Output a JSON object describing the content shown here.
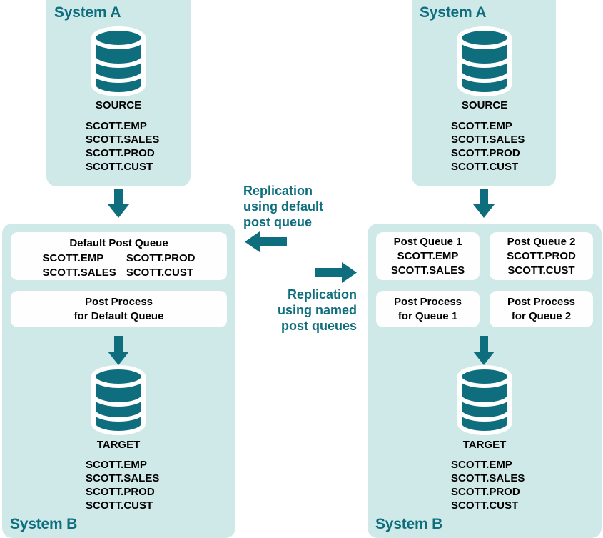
{
  "colors": {
    "teal": "#0E6E7E",
    "panel_bg": "#CFE9E9",
    "card_bg": "#FEFEFE",
    "text": "#000000"
  },
  "left_scenario": {
    "source_panel": {
      "system_label": "System A",
      "db_name": "SOURCE",
      "tables": [
        "SCOTT.EMP",
        "SCOTT.SALES",
        "SCOTT.PROD",
        "SCOTT.CUST"
      ]
    },
    "target_panel": {
      "system_label": "System B",
      "db_name": "TARGET",
      "tables": [
        "SCOTT.EMP",
        "SCOTT.SALES",
        "SCOTT.PROD",
        "SCOTT.CUST"
      ],
      "queue_card": {
        "title": "Default Post Queue",
        "col1": [
          "SCOTT.EMP",
          "SCOTT.SALES"
        ],
        "col2": [
          "SCOTT.PROD",
          "SCOTT.CUST"
        ]
      },
      "process_card": {
        "line1": "Post Process",
        "line2": "for Default Queue"
      }
    }
  },
  "right_scenario": {
    "source_panel": {
      "system_label": "System A",
      "db_name": "SOURCE",
      "tables": [
        "SCOTT.EMP",
        "SCOTT.SALES",
        "SCOTT.PROD",
        "SCOTT.CUST"
      ]
    },
    "target_panel": {
      "system_label": "System B",
      "db_name": "TARGET",
      "tables": [
        "SCOTT.EMP",
        "SCOTT.SALES",
        "SCOTT.PROD",
        "SCOTT.CUST"
      ],
      "queue_cards": [
        {
          "title": "Post Queue 1",
          "tables": [
            "SCOTT.EMP",
            "SCOTT.SALES"
          ]
        },
        {
          "title": "Post Queue 2",
          "tables": [
            "SCOTT.PROD",
            "SCOTT.CUST"
          ]
        }
      ],
      "process_cards": [
        {
          "line1": "Post Process",
          "line2": "for Queue 1"
        },
        {
          "line1": "Post Process",
          "line2": "for Queue 2"
        }
      ]
    }
  },
  "center_captions": {
    "left": {
      "line1": "Replication",
      "line2": "using default",
      "line3": "post queue",
      "arrow_direction": "left"
    },
    "right": {
      "line1": "Replication",
      "line2": "using named",
      "line3": "post queues",
      "arrow_direction": "right"
    }
  }
}
